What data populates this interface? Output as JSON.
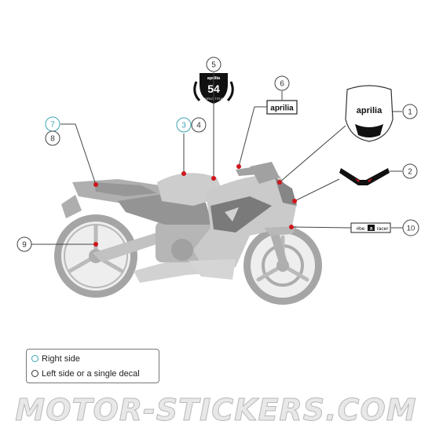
{
  "colors": {
    "marker": "#d0161b",
    "right_side": "#3aa6b3",
    "left_side": "#333333",
    "callout_line": "#444444",
    "bike_body": "#c8c8c8",
    "bike_dark": "#8a8a8a"
  },
  "callouts": [
    {
      "id": "1",
      "label": "1",
      "side": "left"
    },
    {
      "id": "2",
      "label": "2",
      "side": "left"
    },
    {
      "id": "3",
      "label": "3",
      "side": "right"
    },
    {
      "id": "4",
      "label": "4",
      "side": "left"
    },
    {
      "id": "5",
      "label": "5",
      "side": "left"
    },
    {
      "id": "6",
      "label": "6",
      "side": "left"
    },
    {
      "id": "7",
      "label": "7",
      "side": "right"
    },
    {
      "id": "8",
      "label": "8",
      "side": "left"
    },
    {
      "id": "9",
      "label": "9",
      "side": "left"
    },
    {
      "id": "10",
      "label": "10",
      "side": "left"
    }
  ],
  "decals": {
    "seal_brand": "aprilia",
    "seal_number": "54",
    "seal_caption": "WORLD TITLES",
    "badge_6": "aprilia",
    "badge_1": "aprilia",
    "strip_10": [
      "#be",
      "a",
      "racer"
    ]
  },
  "legend": {
    "right": "Right side",
    "left": "Left side or a single decal"
  },
  "watermark": "MOTOR-STICKERS.COM"
}
